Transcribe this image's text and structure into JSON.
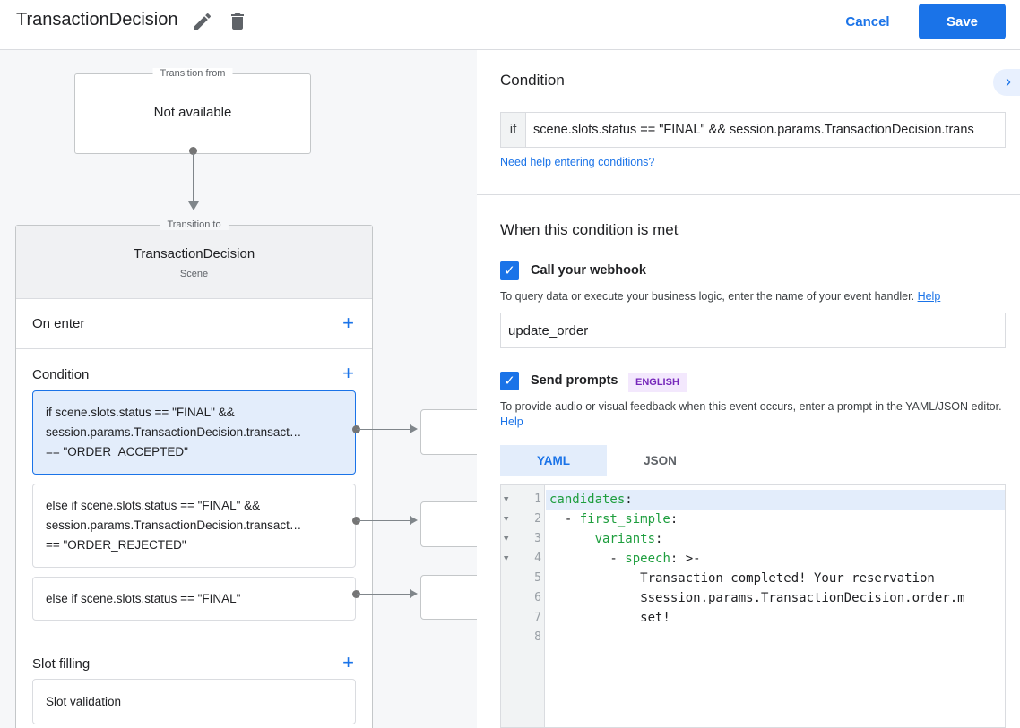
{
  "header": {
    "title": "TransactionDecision",
    "edit_icon": "pencil-icon",
    "delete_icon": "trash-icon",
    "cancel_label": "Cancel",
    "save_label": "Save"
  },
  "canvas": {
    "transition_from": {
      "legend": "Transition from",
      "value": "Not available"
    },
    "transition_to": {
      "legend": "Transition to",
      "scene_name": "TransactionDecision",
      "scene_type": "Scene"
    },
    "sections": {
      "on_enter": "On enter",
      "condition": "Condition",
      "slot_filling": "Slot filling"
    },
    "conditions": [
      {
        "lines": [
          "if scene.slots.status == \"FINAL\" &&",
          "session.params.TransactionDecision.transact…",
          "== \"ORDER_ACCEPTED\""
        ],
        "selected": true
      },
      {
        "lines": [
          "else if scene.slots.status == \"FINAL\" &&",
          "session.params.TransactionDecision.transact…",
          "== \"ORDER_REJECTED\""
        ],
        "selected": false
      },
      {
        "lines": [
          "else if scene.slots.status == \"FINAL\""
        ],
        "selected": false
      }
    ],
    "slot_validation": "Slot validation"
  },
  "panel": {
    "condition_title": "Condition",
    "if_label": "if",
    "condition_value": "scene.slots.status == \"FINAL\" && session.params.TransactionDecision.trans",
    "condition_help": "Need help entering conditions?",
    "met_title": "When this condition is met",
    "webhook": {
      "checked": true,
      "label": "Call your webhook",
      "desc": "To query data or execute your business logic, enter the name of your event handler.",
      "help": "Help",
      "value": "update_order"
    },
    "prompts": {
      "checked": true,
      "label": "Send prompts",
      "badge": "ENGLISH",
      "desc": "To provide audio or visual feedback when this event occurs, enter a prompt in the YAML/JSON editor.",
      "help": "Help"
    },
    "tabs": [
      {
        "label": "YAML",
        "active": true
      },
      {
        "label": "JSON",
        "active": false
      }
    ],
    "editor_lines": [
      "candidates:",
      "  - first_simple:",
      "      variants:",
      "        - speech: >-",
      "            Transaction completed! Your reservation",
      "            $session.params.TransactionDecision.order.m",
      "            set!",
      ""
    ]
  },
  "colors": {
    "accent": "#1a73e8",
    "canvas_bg": "#f6f7f9",
    "selected_bg": "#e3edfb",
    "yaml_key": "#1e9e3e",
    "badge_bg": "#f3e8fd",
    "badge_text": "#7627bb"
  }
}
